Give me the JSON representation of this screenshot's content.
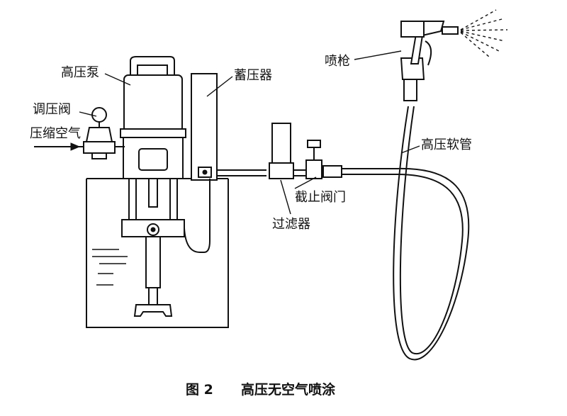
{
  "labels": {
    "pump": "高压泵",
    "accumulator": "蓄压器",
    "regulator": "调压阀",
    "compressed_air": "压缩空气",
    "spray_gun": "喷枪",
    "hose": "高压软管",
    "shutoff_valve": "截止阀门",
    "filter": "过滤器"
  },
  "caption": {
    "figure_no": "图 2",
    "title": "高压无空气喷涂"
  }
}
